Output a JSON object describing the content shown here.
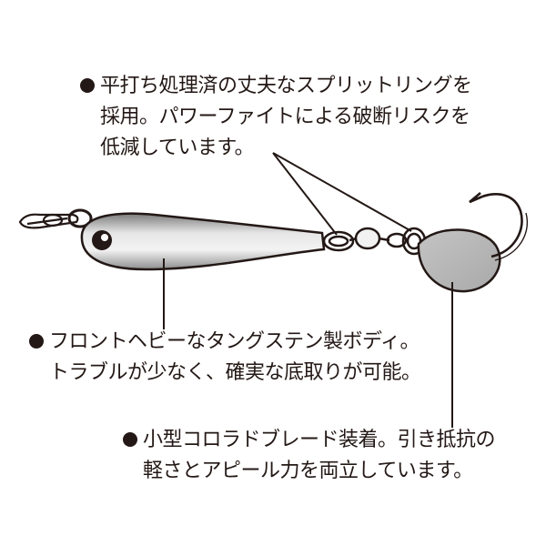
{
  "callouts": {
    "split_ring": {
      "lines": [
        "平打ち処理済の丈夫なスプリットリングを",
        "採用。パワーファイトによる破断リスクを",
        "低減しています。"
      ]
    },
    "body": {
      "lines": [
        "フロントヘビーなタングステン製ボディ。",
        "トラブルが少なく、確実な底取りが可能。"
      ]
    },
    "blade": {
      "lines": [
        "小型コロラドブレード装着。引き抵抗の",
        "軽さとアピール力を両立しています。"
      ]
    }
  },
  "colors": {
    "ink": "#231815",
    "body_light": "#eaeaea",
    "body_dark": "#8c8c8c",
    "blade": "#b8b8b8"
  },
  "icons": [
    "snap-clip-icon",
    "split-ring-icon",
    "swivel-icon",
    "treble-hook-icon",
    "eye-icon"
  ]
}
